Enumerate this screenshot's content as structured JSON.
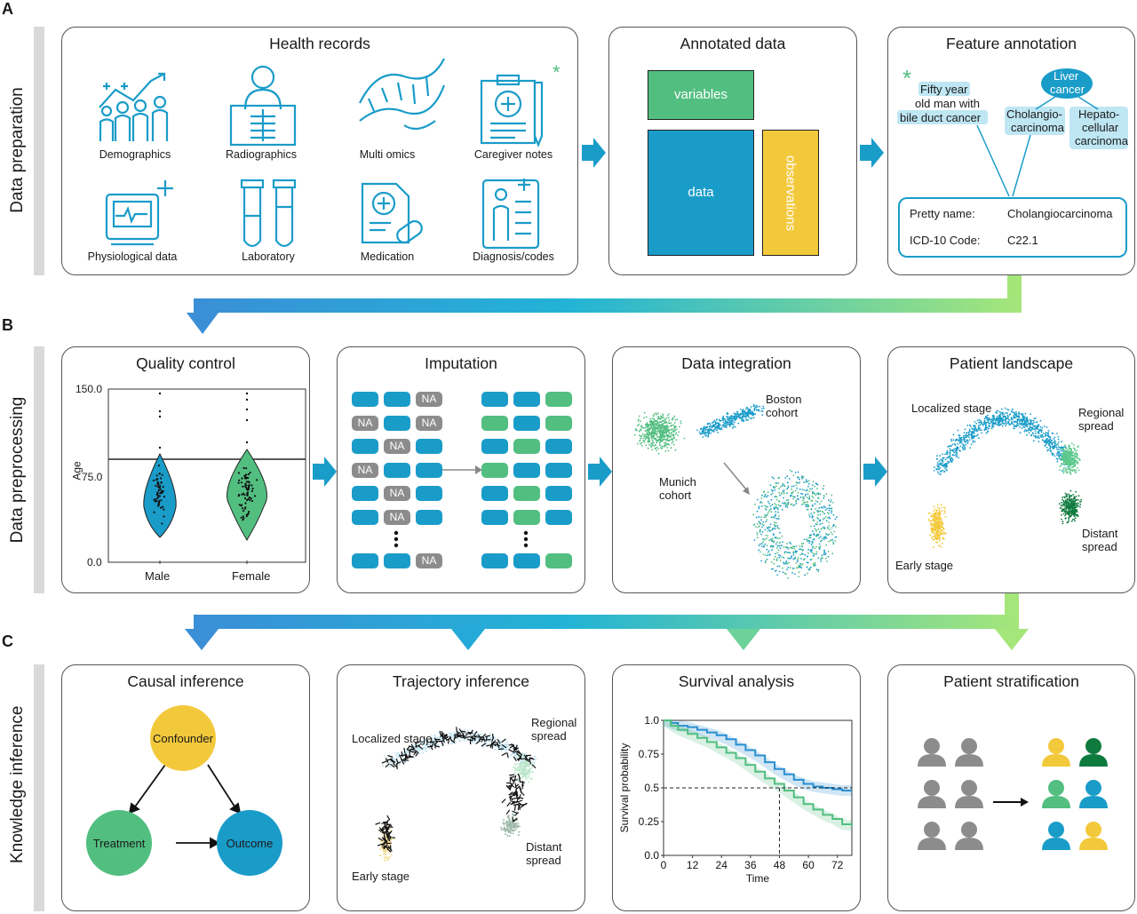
{
  "letters": {
    "a": "A",
    "b": "B",
    "c": "C"
  },
  "row_labels": {
    "a": "Data preparation",
    "b": "Data preprocessing",
    "c": "Knowledge inference"
  },
  "panel_titles": {
    "health_records": "Health records",
    "annotated_data": "Annotated data",
    "feature_annotation": "Feature annotation",
    "quality_control": "Quality control",
    "imputation": "Imputation",
    "data_integration": "Data integration",
    "patient_landscape": "Patient landscape",
    "causal_inference": "Causal inference",
    "trajectory_inference": "Trajectory inference",
    "survival_analysis": "Survival analysis",
    "patient_stratification": "Patient stratification"
  },
  "health_icons": [
    "Demographics",
    "Radiographics",
    "Multi omics",
    "Caregiver notes",
    "Physiological data",
    "Laboratory",
    "Medication",
    "Diagnosis/codes"
  ],
  "annotated": {
    "variables": "variables",
    "data": "data",
    "observations": "observations"
  },
  "feature": {
    "text_line1": "Fifty year",
    "text_line2": "old man with",
    "text_line3": "bile duct cancer",
    "liver_line1": "Liver",
    "liver_line2": "cancer",
    "chol_line1": "Cholangio-",
    "chol_line2": "carcinoma",
    "hepato_line1": "Hepato-",
    "hepato_line2": "cellular",
    "hepato_line3": "carcinoma",
    "pretty_name_label": "Pretty name:",
    "pretty_name_value": "Cholangiocarcinoma",
    "icd_label": "ICD-10 Code:",
    "icd_value": "C22.1"
  },
  "quality": {
    "ylabel": "Age",
    "yticks": [
      "150.0",
      "75.0",
      "0.0"
    ],
    "groups": [
      "Male",
      "Female"
    ]
  },
  "imputation": {
    "na": "NA"
  },
  "integration": {
    "boston_line1": "Boston",
    "boston_line2": "cohort",
    "munich_line1": "Munich",
    "munich_line2": "cohort"
  },
  "landscape": {
    "localized": "Localized stage",
    "regional_line1": "Regional",
    "regional_line2": "spread",
    "distant_line1": "Distant",
    "distant_line2": "spread",
    "early": "Early stage"
  },
  "causal": {
    "confounder": "Confounder",
    "treatment": "Treatment",
    "outcome": "Outcome"
  },
  "trajectory": {
    "localized": "Localized stage",
    "regional_line1": "Regional",
    "regional_line2": "spread",
    "distant_line1": "Distant",
    "distant_line2": "spread",
    "early": "Early stage"
  },
  "colors": {
    "blue": "#1a9cc9",
    "green": "#52be80",
    "yellow": "#f3c93c",
    "dark_green": "#0e7a3e",
    "gray": "#8c8c8c",
    "light_green": "#8fdc7a"
  },
  "chart_data": {
    "type": "line",
    "xlabel": "Time",
    "ylabel": "Survival probability",
    "xticks": [
      0,
      12,
      24,
      36,
      48,
      60,
      72
    ],
    "yticks": [
      0.0,
      0.25,
      0.5,
      0.75,
      1.0
    ],
    "xlim": [
      0,
      78
    ],
    "ylim": [
      0,
      1.0
    ],
    "reference_line": {
      "y": 0.5,
      "x": 48
    },
    "series": [
      {
        "color": "#2a8fd0",
        "x": [
          0,
          3,
          6,
          10,
          14,
          18,
          22,
          26,
          30,
          34,
          38,
          42,
          46,
          50,
          54,
          58,
          62,
          66,
          70,
          74,
          78
        ],
        "y": [
          1.0,
          0.98,
          0.96,
          0.95,
          0.93,
          0.91,
          0.89,
          0.86,
          0.82,
          0.78,
          0.74,
          0.69,
          0.64,
          0.6,
          0.56,
          0.53,
          0.51,
          0.5,
          0.49,
          0.48,
          0.48
        ]
      },
      {
        "color": "#52be80",
        "x": [
          0,
          3,
          6,
          10,
          14,
          18,
          22,
          26,
          30,
          34,
          38,
          42,
          46,
          50,
          54,
          58,
          62,
          66,
          70,
          74,
          78
        ],
        "y": [
          1.0,
          0.96,
          0.93,
          0.9,
          0.87,
          0.84,
          0.8,
          0.76,
          0.72,
          0.67,
          0.62,
          0.57,
          0.53,
          0.48,
          0.43,
          0.38,
          0.34,
          0.3,
          0.27,
          0.23,
          0.22
        ]
      }
    ]
  }
}
